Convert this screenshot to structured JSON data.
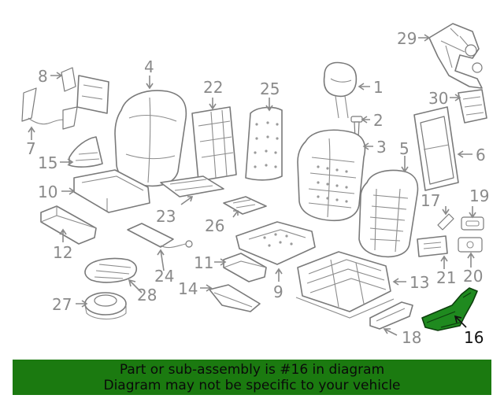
{
  "callouts": [
    {
      "num": "1"
    },
    {
      "num": "2"
    },
    {
      "num": "3"
    },
    {
      "num": "4"
    },
    {
      "num": "5"
    },
    {
      "num": "6"
    },
    {
      "num": "7"
    },
    {
      "num": "8"
    },
    {
      "num": "9"
    },
    {
      "num": "10"
    },
    {
      "num": "11"
    },
    {
      "num": "12"
    },
    {
      "num": "13"
    },
    {
      "num": "14"
    },
    {
      "num": "15"
    },
    {
      "num": "16"
    },
    {
      "num": "17"
    },
    {
      "num": "18"
    },
    {
      "num": "19"
    },
    {
      "num": "20"
    },
    {
      "num": "21"
    },
    {
      "num": "22"
    },
    {
      "num": "23"
    },
    {
      "num": "24"
    },
    {
      "num": "25"
    },
    {
      "num": "26"
    },
    {
      "num": "27"
    },
    {
      "num": "28"
    },
    {
      "num": "29"
    },
    {
      "num": "30"
    }
  ],
  "highlighted_part": "16",
  "banner": {
    "line1": "Part or sub-assembly is #16 in diagram",
    "line2": "Diagram may not be specific to your vehicle"
  },
  "colors": {
    "banner_bg": "#1b7a10",
    "highlight_part": "#1f8a1f",
    "line_art": "#7a7a7a",
    "label_gray": "#8a8a8a"
  }
}
